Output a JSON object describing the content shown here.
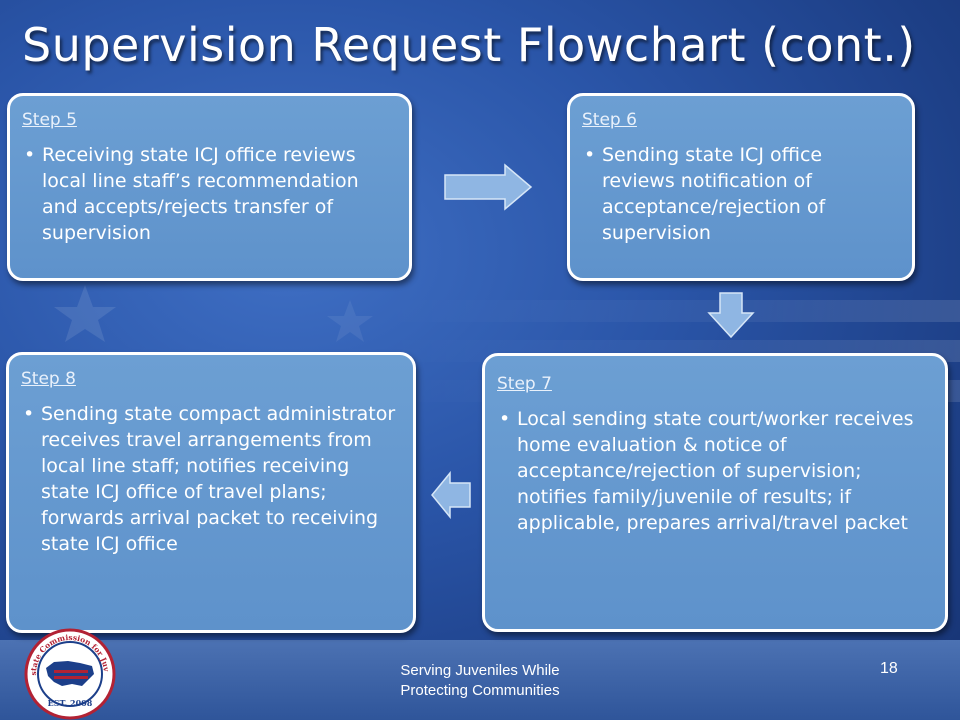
{
  "slide": {
    "title": "Supervision Request Flowchart (cont.)",
    "page_number": "18"
  },
  "steps": {
    "step5": {
      "label": "Step 5",
      "text": "Receiving state ICJ office reviews local line staff’s recommendation and accepts/rejects transfer of supervision"
    },
    "step6": {
      "label": "Step 6",
      "text": "Sending state ICJ office reviews notification of acceptance/rejection of supervision"
    },
    "step7": {
      "label": "Step 7",
      "text": "Local sending state court/worker receives home evaluation & notice of acceptance/rejection of supervision; notifies family/juvenile of results; if applicable, prepares arrival/travel packet"
    },
    "step8": {
      "label": "Step 8",
      "text": "Sending state compact administrator  receives travel arrangements from local line staff; notifies receiving state ICJ office of travel plans; forwards arrival packet to receiving state ICJ office"
    }
  },
  "footer": {
    "line1": "Serving Juveniles While",
    "line2": "Protecting Communities"
  },
  "logo": {
    "top_text": "Interstate Commission for Juveniles",
    "bottom_text": "EST. 2008"
  },
  "colors": {
    "background": "#2a55a8",
    "box_fill": "#6c9fd3",
    "arrow_fill": "#8fb6e3"
  },
  "icons": {
    "flow_arrows": [
      "arrow-right-icon",
      "arrow-down-icon",
      "arrow-left-icon"
    ]
  }
}
